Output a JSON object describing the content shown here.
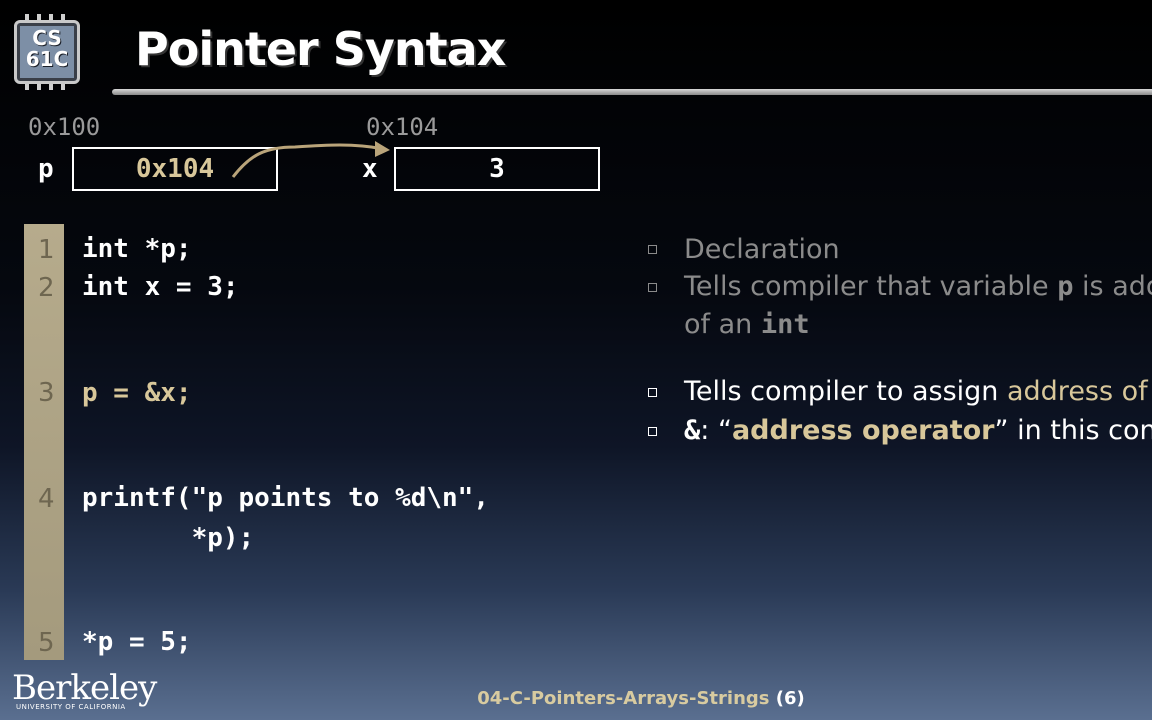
{
  "logo": {
    "text": "CS\n61C"
  },
  "title": "Pointer Syntax",
  "memory": {
    "p": {
      "address": "0x100",
      "name": "p",
      "value": "0x104"
    },
    "x": {
      "address": "0x104",
      "name": "x",
      "value": "3"
    }
  },
  "code": {
    "lines": [
      {
        "num": "1",
        "text": "int *p;"
      },
      {
        "num": "2",
        "text": "int x = 3;"
      },
      {
        "num": "3",
        "text": "p = &x;"
      },
      {
        "num": "4",
        "text": "printf(\"p points to %d\\n\","
      },
      {
        "num": "",
        "text": "       *p);"
      },
      {
        "num": "5",
        "text": "*p = 5;"
      }
    ]
  },
  "bullets": {
    "b1": "Declaration",
    "b2_pre": "Tells compiler that variable ",
    "b2_code": "p",
    "b2_post": " is add",
    "b2_line2_pre": "of an ",
    "b2_line2_code": "int",
    "b3_pre": "Tells compiler to assign ",
    "b3_highlight": "address of",
    "b4_code": "&",
    "b4_colon": ": ",
    "b4_open": "“",
    "b4_highlight": "address operator",
    "b4_close": "”",
    "b4_post": " in this contex"
  },
  "colors": {
    "accent": "#d8c79a",
    "dim_text": "#8b8b8b",
    "arrow": "#b9a47a"
  },
  "footer": {
    "main": "04-C-Pointers-Arrays-Strings ",
    "page": "(6)"
  },
  "university": {
    "name": "Berkeley",
    "sub": "UNIVERSITY OF CALIFORNIA"
  }
}
